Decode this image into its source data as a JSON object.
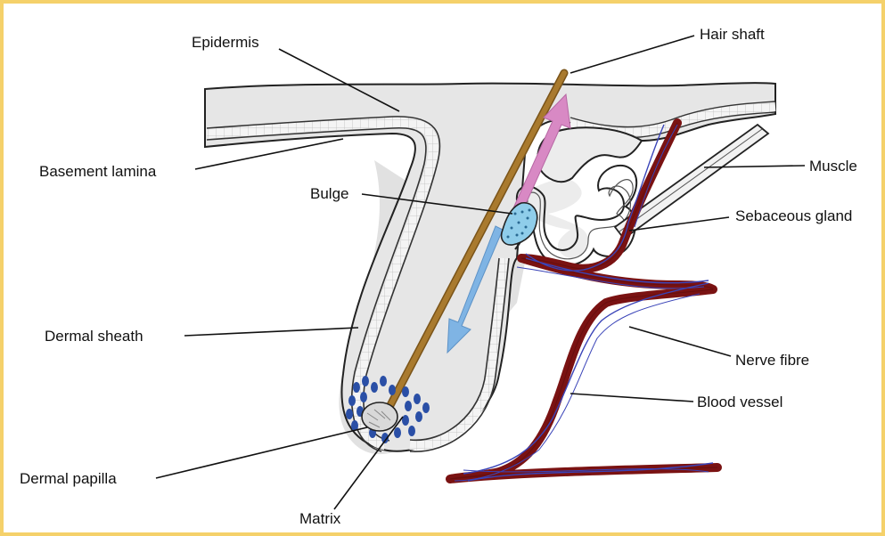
{
  "labels": {
    "epidermis": "Epidermis",
    "hair_shaft": "Hair shaft",
    "basement_lamina": "Basement lamina",
    "muscle": "Muscle",
    "bulge": "Bulge",
    "sebaceous_gland": "Sebaceous gland",
    "dermal_sheath": "Dermal sheath",
    "nerve_fibre": "Nerve fibre",
    "blood_vessel": "Blood vessel",
    "dermal_papilla": "Dermal papilla",
    "matrix": "Matrix"
  },
  "colors": {
    "frame_border": "#f5d16a",
    "skin_fill": "#e6e6e6",
    "hair_shaft": "#a97a2e",
    "blood_vessel": "#7a1212",
    "nerve_fibre": "#3a44b8",
    "upward_arrow": "#d889c4",
    "downward_arrow": "#7fb4e4",
    "bulge_fill": "#8fcdea",
    "matrix_cells": "#2a4fa6"
  }
}
